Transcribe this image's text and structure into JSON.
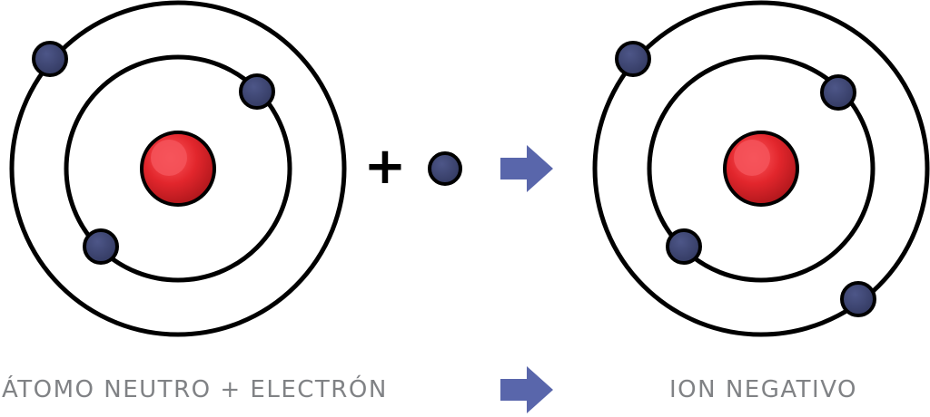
{
  "labels": {
    "left": "ÁTOMO NEUTRO + ELECTRÓN",
    "right": "ION NEGATIVO"
  },
  "operator": "+",
  "colors": {
    "orbit": "#000000",
    "nucleus": "#e2262c",
    "nucleus_highlight": "#f4545a",
    "electron": "#3c4470",
    "arrow": "#5966ab",
    "caption": "#808285"
  },
  "counts": {
    "neutral_atom_electrons": 3,
    "free_electrons": 1,
    "negative_ion_electrons": 4
  }
}
